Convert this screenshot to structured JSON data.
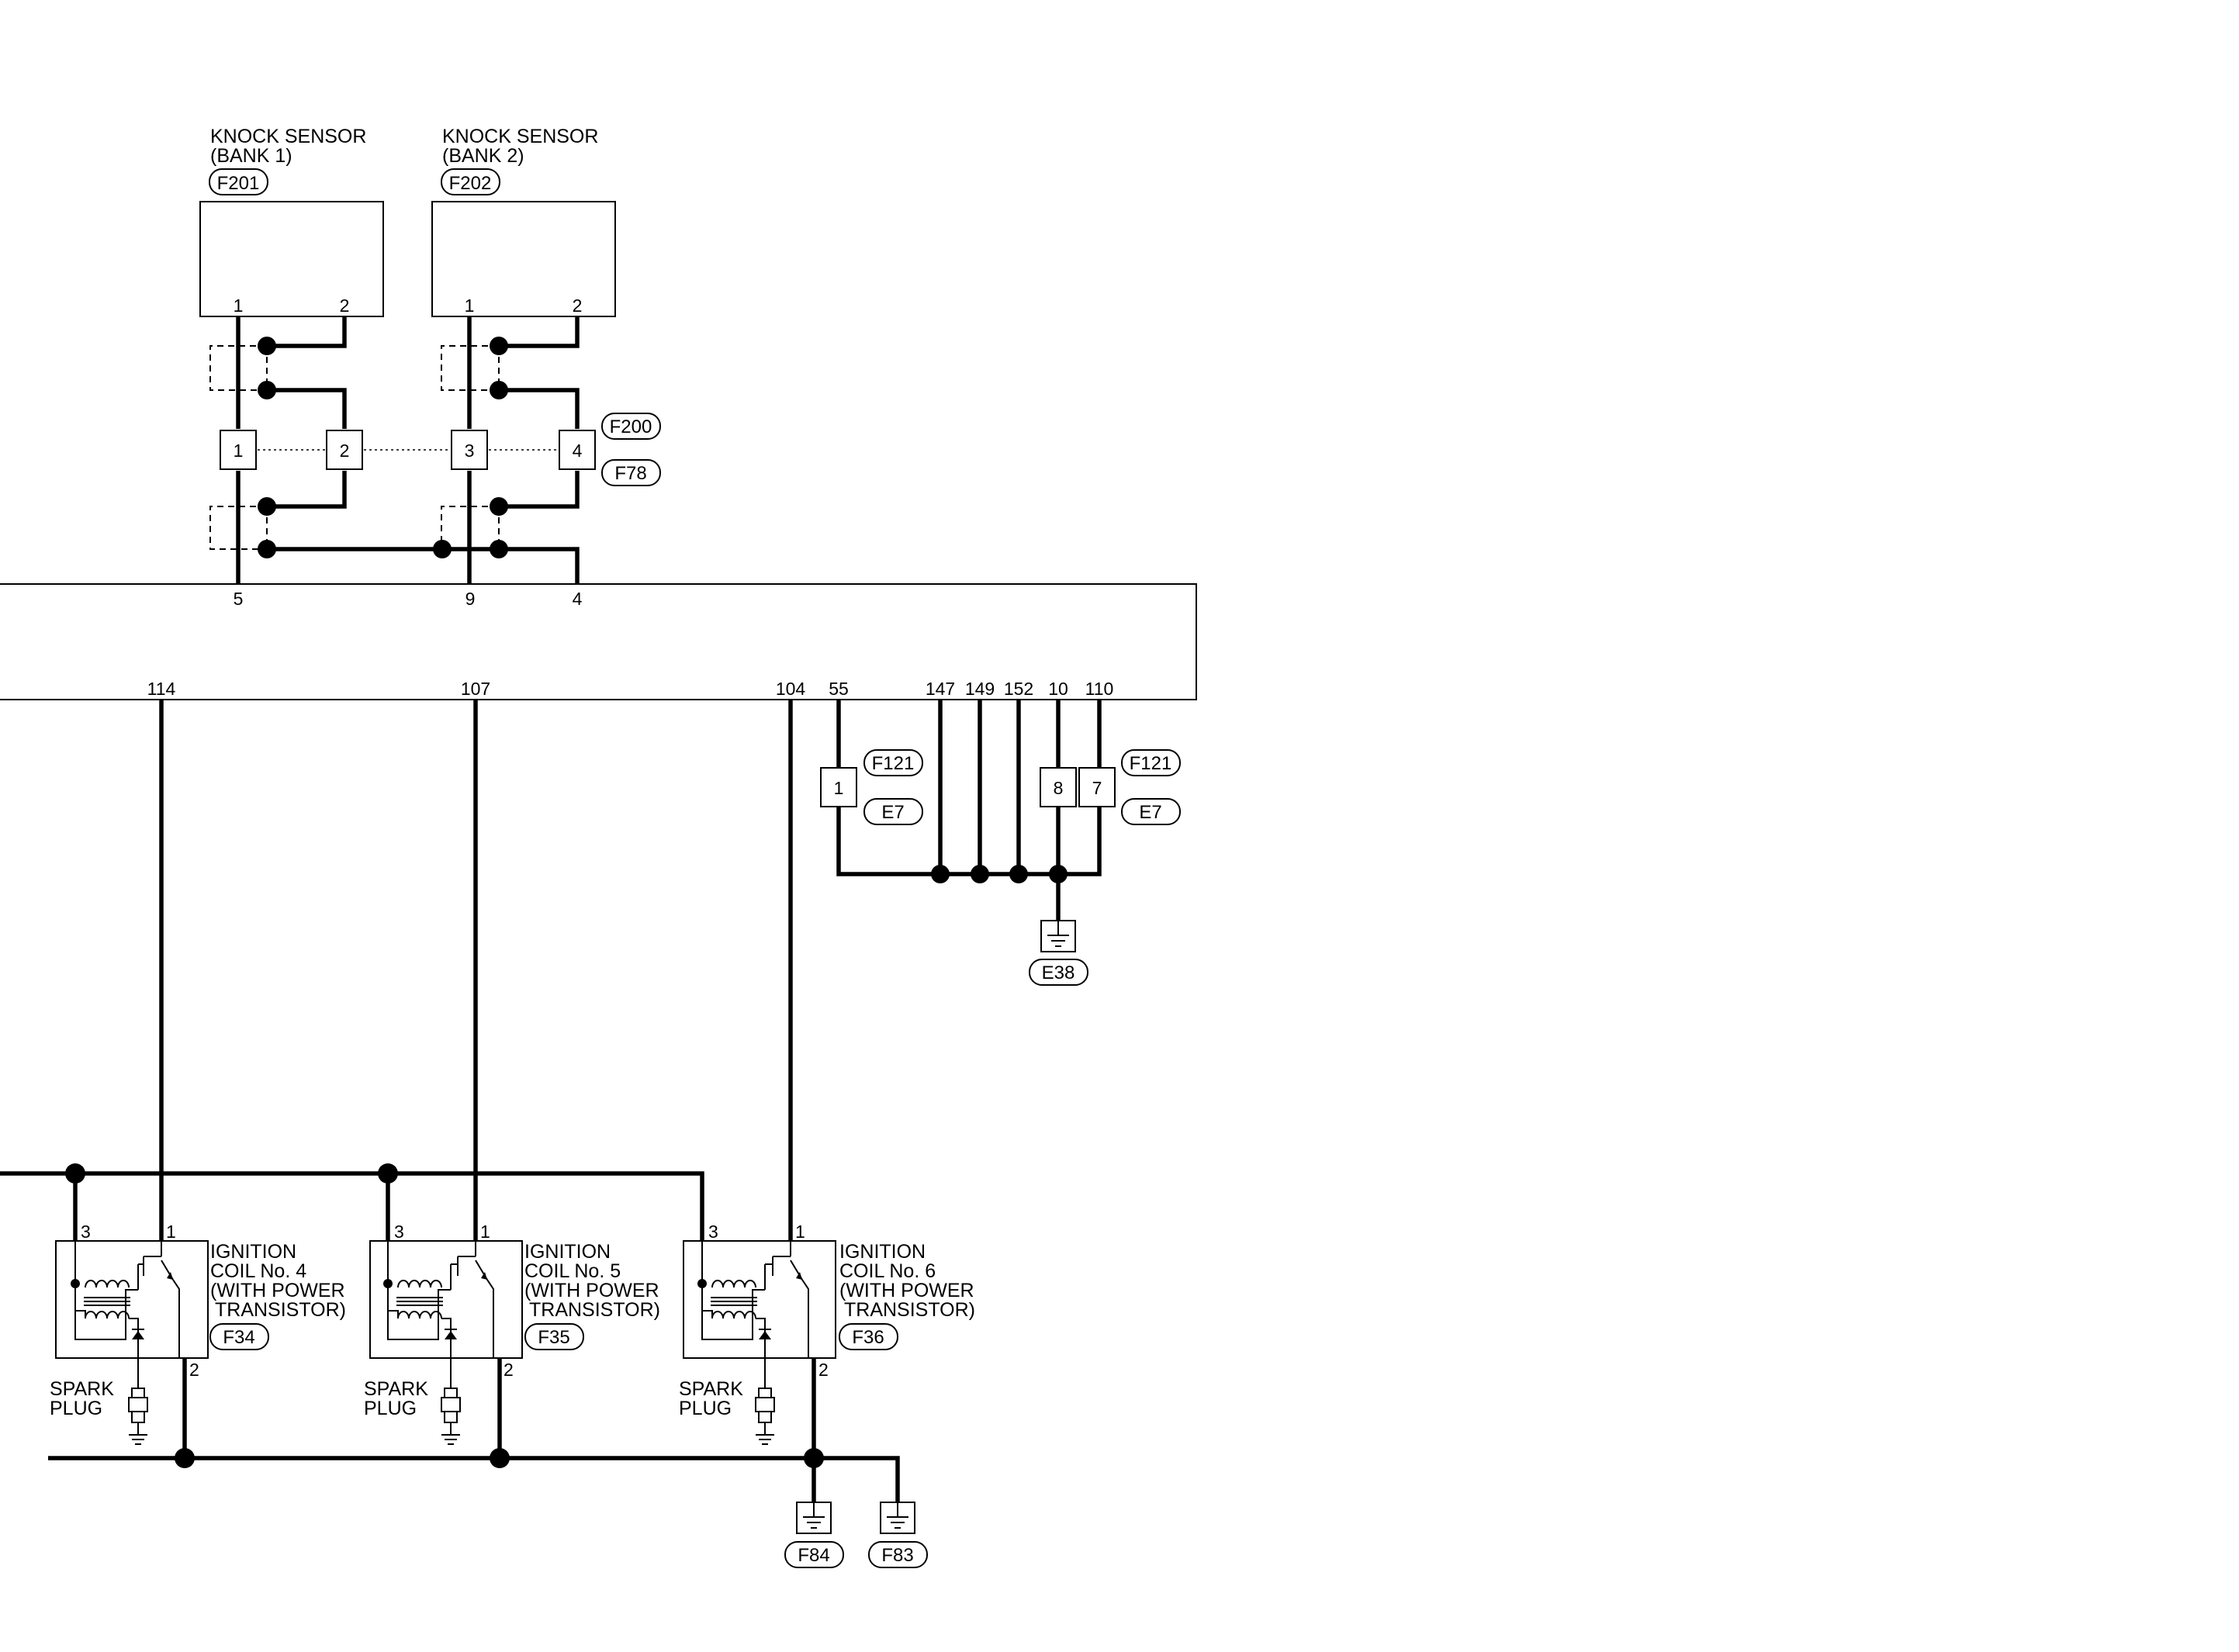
{
  "knock_sensors": [
    {
      "name_line1": "KNOCK SENSOR",
      "name_line2": "(BANK 1)",
      "connector": "F201",
      "pin1": "1",
      "pin2": "2"
    },
    {
      "name_line1": "KNOCK SENSOR",
      "name_line2": "(BANK 2)",
      "connector": "F202",
      "pin1": "1",
      "pin2": "2"
    }
  ],
  "joint_connector": {
    "top_label": "F200",
    "bottom_label": "F78",
    "terminals": [
      "1",
      "2",
      "3",
      "4"
    ]
  },
  "ecm": {
    "top_pins": [
      "5",
      "9",
      "4"
    ],
    "bottom_pins": [
      "114",
      "107",
      "104",
      "55",
      "147",
      "149",
      "152",
      "10",
      "110"
    ]
  },
  "ground_connectors": {
    "left": {
      "pin": "1",
      "tag_top": "F121",
      "tag_bottom": "E7"
    },
    "right": {
      "pins": [
        "8",
        "7"
      ],
      "tag_top": "F121",
      "tag_bottom": "E7"
    },
    "ground_e38": "E38",
    "ground_f84": "F84",
    "ground_f83": "F83"
  },
  "ignition_coils": [
    {
      "line1": "IGNITION",
      "line2": "COIL No. 4",
      "line3": "(WITH POWER",
      "line4": "TRANSISTOR)",
      "connector": "F34",
      "pin3": "3",
      "pin1": "1",
      "pin2": "2"
    },
    {
      "line1": "IGNITION",
      "line2": "COIL No. 5",
      "line3": "(WITH POWER",
      "line4": "TRANSISTOR)",
      "connector": "F35",
      "pin3": "3",
      "pin1": "1",
      "pin2": "2"
    },
    {
      "line1": "IGNITION",
      "line2": "COIL No. 6",
      "line3": "(WITH POWER",
      "line4": "TRANSISTOR)",
      "connector": "F36",
      "pin3": "3",
      "pin1": "1",
      "pin2": "2"
    }
  ],
  "spark_plug": {
    "line1": "SPARK",
    "line2": "PLUG"
  }
}
